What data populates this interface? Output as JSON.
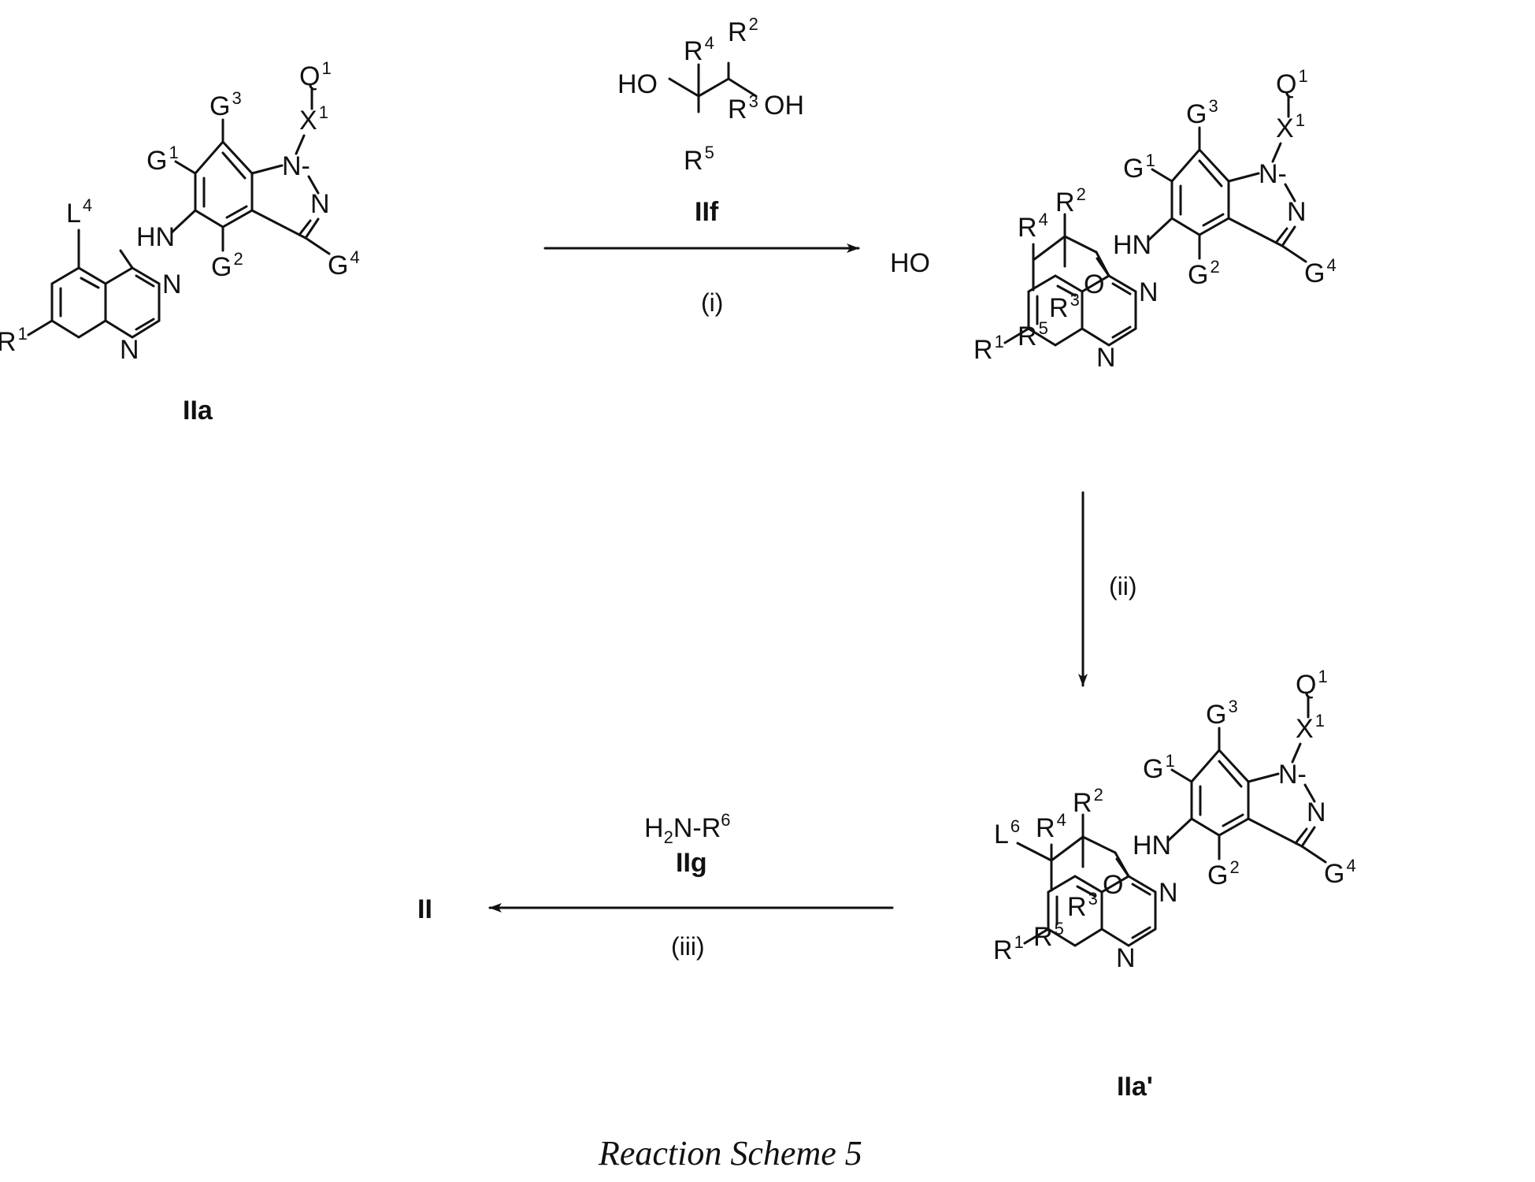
{
  "atoms": {
    "HN": "HN",
    "N": "N",
    "O": "O",
    "HO": "HO",
    "OH": "OH",
    "R": "R",
    "G": "G",
    "L": "L",
    "X": "X",
    "Q": "Q",
    "H": "H"
  },
  "sup": {
    "1": "1",
    "2": "2",
    "3": "3",
    "4": "4",
    "5": "5",
    "6": "6"
  },
  "dash": "N-",
  "compounds": {
    "IIa": "IIa",
    "IIf": "IIf",
    "IIa_prime": "IIa'",
    "IIg": "IIg",
    "II": "II"
  },
  "steps": {
    "i": "(i)",
    "ii": "(ii)",
    "iii": "(iii)"
  },
  "caption": "Reaction Scheme 5"
}
